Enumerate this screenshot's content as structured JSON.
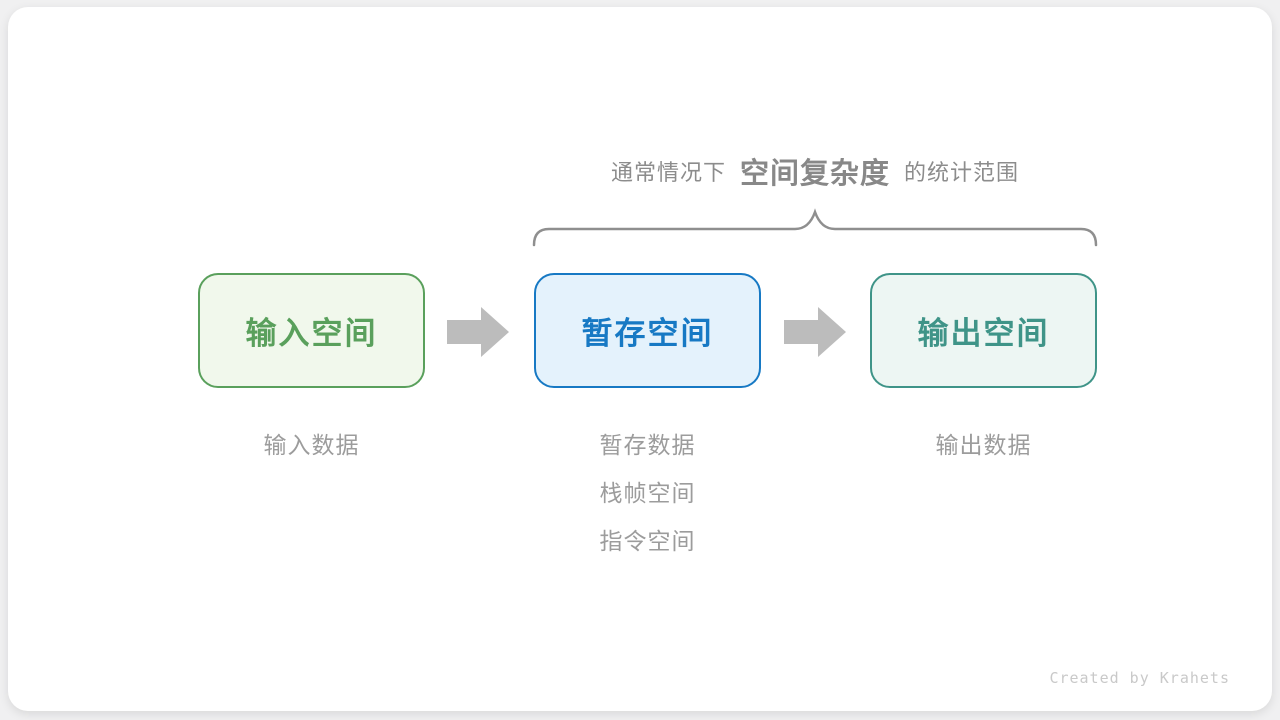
{
  "title": {
    "prefix": "通常情况下",
    "highlight": "空间复杂度",
    "suffix": "的统计范围"
  },
  "boxes": [
    {
      "id": "input",
      "label": "输入空间",
      "color": "#5aa05c",
      "background": "#f1f8ec"
    },
    {
      "id": "temp",
      "label": "暂存空间",
      "color": "#1779c4",
      "background": "#e4f2fc"
    },
    {
      "id": "output",
      "label": "输出空间",
      "color": "#3f9488",
      "background": "#edf6f3"
    }
  ],
  "notes": {
    "input": {
      "line1": "输入数据"
    },
    "temp": {
      "line1": "暂存数据",
      "line2": "栈帧空间",
      "line3": "指令空间"
    },
    "output": {
      "line1": "输出数据"
    }
  },
  "icons": {
    "arrow": "right-block-arrow",
    "brace": "horizontal-curly-brace"
  },
  "colors": {
    "arrow": "#bcbcbc",
    "brace": "#8f8f8f",
    "title_text": "#8c8c8c",
    "note_text": "#9c9c9c",
    "credit_text": "#c9c9c9",
    "card_background": "#ffffff"
  },
  "credit": "Created by Krahets"
}
